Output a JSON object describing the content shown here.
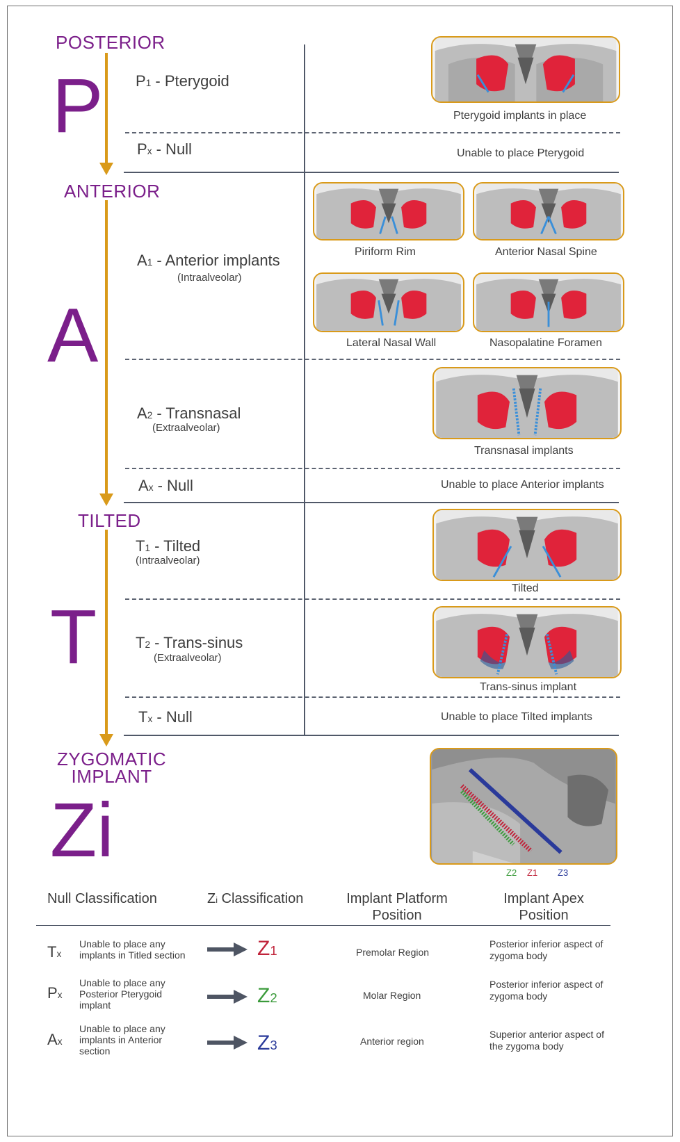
{
  "stages": {
    "posterior": {
      "label": "POSTERIOR",
      "letter": "P"
    },
    "anterior": {
      "label": "ANTERIOR",
      "letter": "A"
    },
    "tilted": {
      "label": "TILTED",
      "letter": "T"
    },
    "zygomatic": {
      "label_line1": "ZYGOMATIC",
      "label_line2": "IMPLANT",
      "letter": "Zi"
    }
  },
  "classes": {
    "p1": {
      "code": "P",
      "sub": "1",
      "label": " - Pterygoid"
    },
    "px": {
      "code": "P",
      "sub": "x",
      "label": " - Null"
    },
    "a1": {
      "code": "A",
      "sub": "1",
      "label": " - Anterior implants",
      "note": "(Intraalveolar)"
    },
    "a2": {
      "code": "A",
      "sub": "2",
      "label": " - Transnasal",
      "note": "(Extraalveolar)"
    },
    "ax": {
      "code": "A",
      "sub": "x",
      "label": " - Null"
    },
    "t1": {
      "code": "T",
      "sub": "1",
      "label": " - Tilted",
      "note": "(Intraalveolar)"
    },
    "t2": {
      "code": "T",
      "sub": "2",
      "label": " - Trans-sinus",
      "note": "(Extraalveolar)"
    },
    "tx": {
      "code": "T",
      "sub": "x",
      "label": " - Null"
    }
  },
  "captions": {
    "pterygoid": "Pterygoid implants in place",
    "px_null": "Unable to place Pterygoid",
    "piriform": "Piriform Rim",
    "nasal_spine": "Anterior Nasal Spine",
    "lateral_wall": "Lateral Nasal Wall",
    "nasopalatine": "Nasopalatine Foramen",
    "transnasal": "Transnasal implants",
    "ax_null": "Unable to place Anterior implants",
    "tilted": "Tilted",
    "trans_sinus": "Trans-sinus implant",
    "tx_null": "Unable to place Tilted implants"
  },
  "zygoma_labels": {
    "z2": "Z2",
    "z1": "Z1",
    "z3": "Z3"
  },
  "table": {
    "headers": {
      "null": "Null Classification",
      "zi_main": "Z",
      "zi_sub": "i",
      "zi_rest": " Classification",
      "platform": "Implant Platform Position",
      "apex": "Implant Apex Position"
    },
    "rows": [
      {
        "code": "T",
        "sub": "x",
        "desc": "Unable to place any implants in Titled section",
        "z": "Z",
        "zsub": "1",
        "platform": "Premolar Region",
        "apex": "Posterior inferior aspect of zygoma body"
      },
      {
        "code": "P",
        "sub": "x",
        "desc": "Unable to place any Posterior Pterygoid implant",
        "z": "Z",
        "zsub": "2",
        "platform": "Molar Region",
        "apex": "Posterior inferior aspect of zygoma body"
      },
      {
        "code": "A",
        "sub": "x",
        "desc": "Unable to place any implants in Anterior section",
        "z": "Z",
        "zsub": "3",
        "platform": "Anterior region",
        "apex": "Superior anterior aspect of the zygoma body"
      }
    ]
  },
  "colors": {
    "purple": "#7b1f8a",
    "arrow": "#d99a1a",
    "z1": "#c0233a",
    "z2": "#3a9a3a",
    "z3": "#2a3a9a",
    "sinus_red": "#e0233a",
    "implant_blue": "#3a8fd9"
  }
}
